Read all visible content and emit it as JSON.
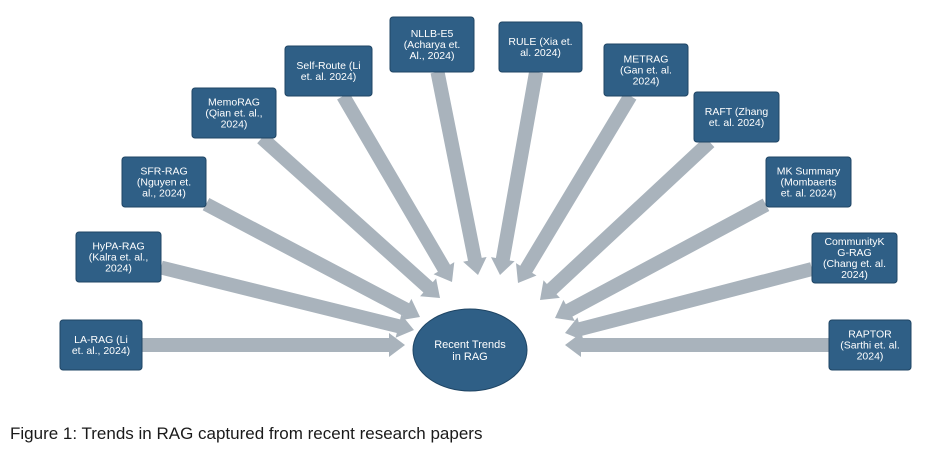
{
  "diagram": {
    "center": {
      "lines": [
        "Recent Trends",
        "in RAG"
      ]
    },
    "nodes": [
      {
        "id": "la-rag",
        "lines": [
          "LA-RAG (Li",
          "et. al., 2024)"
        ]
      },
      {
        "id": "hypa-rag",
        "lines": [
          "HyPA-RAG",
          "(Kalra et. al.,",
          "2024)"
        ]
      },
      {
        "id": "sfr-rag",
        "lines": [
          "SFR-RAG",
          "(Nguyen et.",
          "al., 2024)"
        ]
      },
      {
        "id": "memorag",
        "lines": [
          "MemoRAG",
          "(Qian et. al.,",
          "2024)"
        ]
      },
      {
        "id": "self-route",
        "lines": [
          "Self-Route (Li",
          "et. al. 2024)"
        ]
      },
      {
        "id": "nllb-e5",
        "lines": [
          "NLLB-E5",
          "(Acharya et.",
          "Al., 2024)"
        ]
      },
      {
        "id": "rule",
        "lines": [
          "RULE (Xia et.",
          "al. 2024)"
        ]
      },
      {
        "id": "metrag",
        "lines": [
          "METRAG",
          "(Gan et. al.",
          "2024)"
        ]
      },
      {
        "id": "raft",
        "lines": [
          "RAFT (Zhang",
          "et. al. 2024)"
        ]
      },
      {
        "id": "mk-summary",
        "lines": [
          "MK Summary",
          "(Mombaerts",
          "et. al. 2024)"
        ]
      },
      {
        "id": "communitykg",
        "lines": [
          "CommunityK",
          "G-RAG",
          "(Chang et. al.",
          "2024)"
        ]
      },
      {
        "id": "raptor",
        "lines": [
          "RAPTOR",
          "(Sarthi et. al.",
          "2024)"
        ]
      }
    ],
    "colors": {
      "node_fill": "#2f5f86",
      "node_stroke": "#1f4564",
      "center_fill": "#2f5f86",
      "arrow": "#a9b3bc",
      "text": "#ffffff"
    }
  },
  "caption": "Figure 1: Trends in RAG captured from recent research papers"
}
